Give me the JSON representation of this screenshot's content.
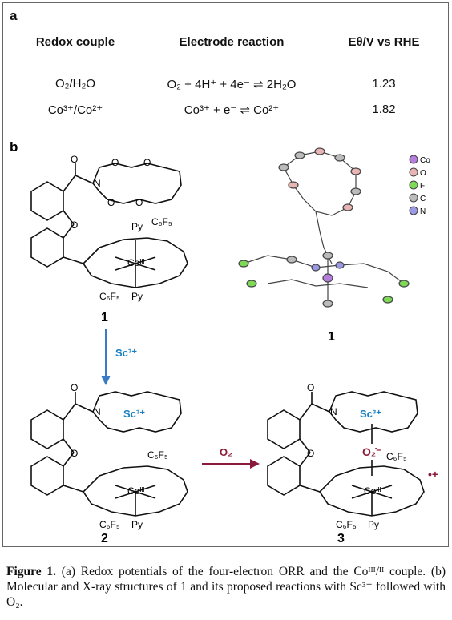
{
  "panel_a": {
    "label": "a",
    "headers": {
      "couple": "Redox couple",
      "reaction": "Electrode reaction",
      "potential": "Eθ/V vs RHE"
    },
    "rows": [
      {
        "couple": "O₂/H₂O",
        "reaction": "O₂ + 4H⁺ + 4e⁻ ⇌ 2H₂O",
        "potential": "1.23"
      },
      {
        "couple": "Co³⁺/Co²⁺",
        "reaction": "Co³⁺ + e⁻ ⇌ Co²⁺",
        "potential": "1.82"
      }
    ]
  },
  "panel_b": {
    "label": "b",
    "labels": {
      "py": "Py",
      "c6f5": "C₆F₅",
      "co3": "Coᴵᴵᴵ",
      "n": "N",
      "o": "O",
      "sc": "Sc³⁺",
      "o2_superoxide": "O₂̇⁻",
      "radical_cation": "•+"
    },
    "compounds": [
      "1",
      "2",
      "3"
    ],
    "xray_label": "1",
    "arrows": {
      "down": "Sc³⁺",
      "right": "O₂"
    },
    "legend": [
      "Co",
      "O",
      "F",
      "C",
      "N"
    ],
    "colors": {
      "sc": "#1a7fc1",
      "o2": "#8b1a3a",
      "arrow_blue": "#3a7bc8",
      "arrow_red": "#8b1a3a"
    }
  },
  "caption": {
    "lead": "Figure 1.",
    "text": " (a) Redox potentials of the four-electron ORR and the Coᴵᴵᴵ/ᴵᴵ couple. (b) Molecular and X-ray structures of 1 and its proposed reactions with Sc³⁺ followed with O₂."
  }
}
